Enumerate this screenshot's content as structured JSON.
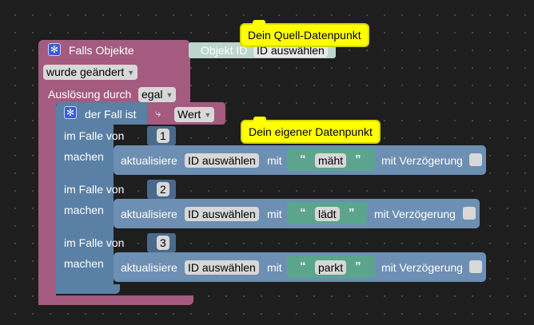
{
  "event_block": {
    "title": "Falls Objekte",
    "object_label": "Objekt ID",
    "object_value": "ID auswählen",
    "change_mode": "wurde geändert",
    "trigger_label": "Auslösung durch",
    "trigger_value": "egal"
  },
  "switch_block": {
    "title": "der Fall ist",
    "value_label": "Wert",
    "cases": [
      {
        "case_label": "im Falle von",
        "case_value": "1",
        "do_label": "machen",
        "action_label": "aktualisiere",
        "id_value": "ID auswählen",
        "with_label": "mit",
        "text_value": "mäht",
        "delay_label": "mit Verzögerung"
      },
      {
        "case_label": "im Falle von",
        "case_value": "2",
        "do_label": "machen",
        "action_label": "aktualisiere",
        "id_value": "ID auswählen",
        "with_label": "mit",
        "text_value": "lädt",
        "delay_label": "mit Verzögerung"
      },
      {
        "case_label": "im Falle von",
        "case_value": "3",
        "do_label": "machen",
        "action_label": "aktualisiere",
        "id_value": "ID auswählen",
        "with_label": "mit",
        "text_value": "parkt",
        "delay_label": "mit Verzögerung"
      }
    ]
  },
  "tooltips": {
    "source": "Dein Quell-Datenpunkt",
    "own": "Dein eigener Datenpunkt"
  },
  "glyphs": {
    "dropdown": "▼",
    "gear": "✻",
    "arrow": "⤷",
    "quote_open": "“",
    "quote_close": "”"
  },
  "colors": {
    "event_block": "#a55b80",
    "switch_block": "#5b80a5",
    "text_block": "#5ba58c",
    "tooltip": "#ffff00"
  }
}
